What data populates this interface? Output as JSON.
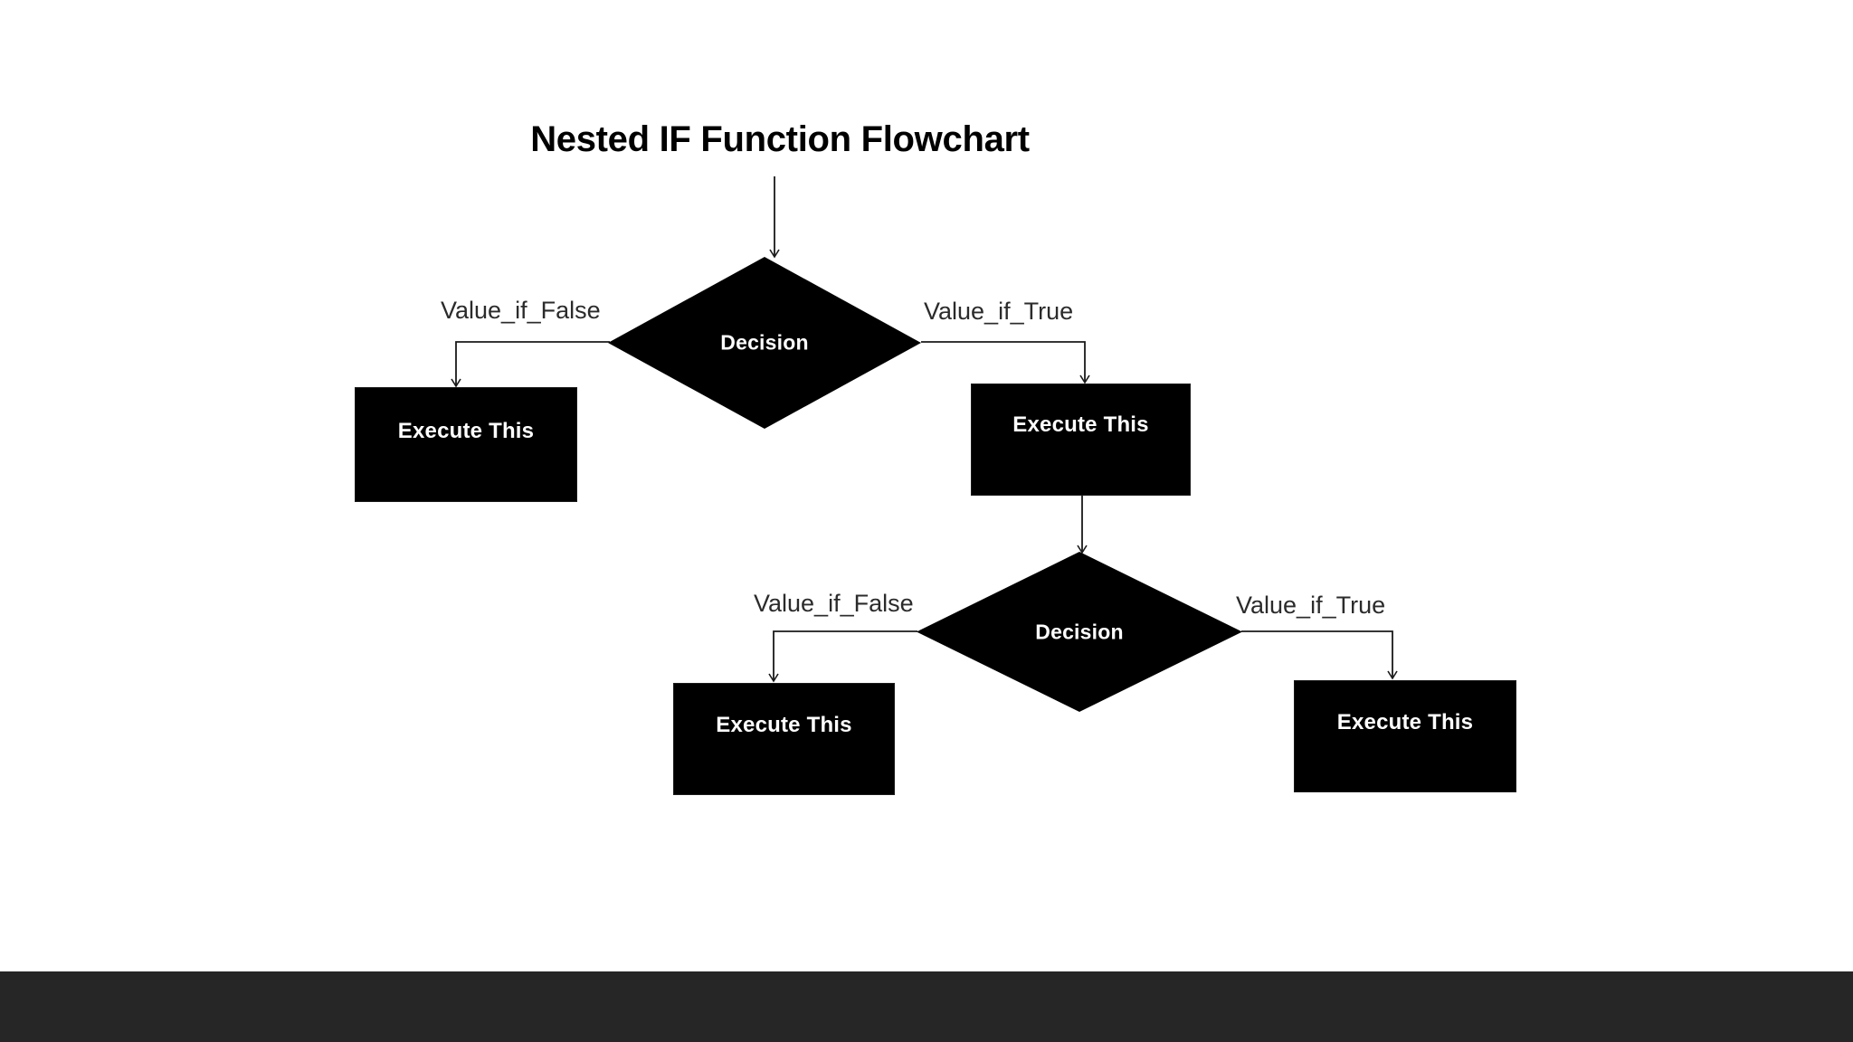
{
  "page": {
    "background": "#ffffff",
    "bottom_band_color": "#262626"
  },
  "title": "Nested IF Function Flowchart",
  "diagram": {
    "node_fill": "#000000",
    "node_text_color": "#ffffff",
    "edge_color": "#1a1a1a",
    "label_color": "#2b2b2b",
    "nodes": [
      {
        "id": "decision1",
        "type": "decision",
        "label": "Decision"
      },
      {
        "id": "exec_false_1",
        "type": "process",
        "label": "Execute This"
      },
      {
        "id": "exec_true_1",
        "type": "process",
        "label": "Execute This"
      },
      {
        "id": "decision2",
        "type": "decision",
        "label": "Decision"
      },
      {
        "id": "exec_false_2",
        "type": "process",
        "label": "Execute This"
      },
      {
        "id": "exec_true_2",
        "type": "process",
        "label": "Execute This"
      }
    ],
    "edges": [
      {
        "from": "start",
        "to": "decision1",
        "label": ""
      },
      {
        "from": "decision1",
        "to": "exec_false_1",
        "label": "Value_if_False"
      },
      {
        "from": "decision1",
        "to": "exec_true_1",
        "label": "Value_if_True"
      },
      {
        "from": "exec_true_1",
        "to": "decision2",
        "label": ""
      },
      {
        "from": "decision2",
        "to": "exec_false_2",
        "label": "Value_if_False"
      },
      {
        "from": "decision2",
        "to": "exec_true_2",
        "label": "Value_if_True"
      }
    ],
    "edge_labels": {
      "d1_false": "Value_if_False",
      "d1_true": "Value_if_True",
      "d2_false": "Value_if_False",
      "d2_true": "Value_if_True"
    }
  }
}
